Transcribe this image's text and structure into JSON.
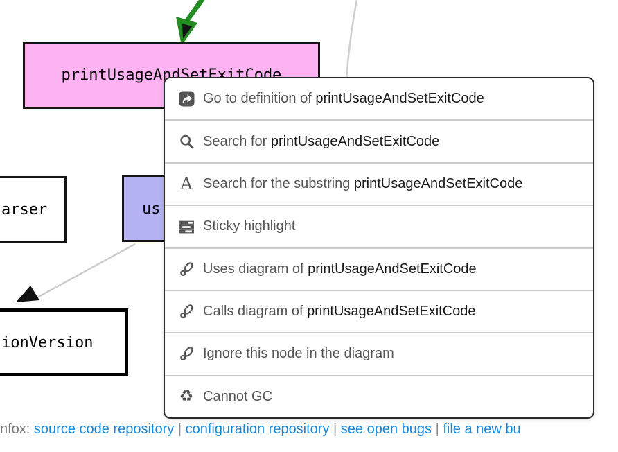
{
  "diagram": {
    "nodes": [
      {
        "label": "printUsageAndSetExitCode"
      },
      {
        "label": "arser"
      },
      {
        "label": "us"
      },
      {
        "label": "ionVersion"
      }
    ]
  },
  "context_menu": {
    "items": [
      {
        "icon": "go-to-definition",
        "prefix": "Go to definition of ",
        "symbol": "printUsageAndSetExitCode"
      },
      {
        "icon": "search",
        "prefix": "Search for ",
        "symbol": "printUsageAndSetExitCode"
      },
      {
        "icon": "substring",
        "prefix": "Search for the substring ",
        "symbol": "printUsageAndSetExitCode",
        "icon_glyph": "A"
      },
      {
        "icon": "sticky-highlight",
        "prefix": "Sticky highlight",
        "symbol": ""
      },
      {
        "icon": "diagram-link",
        "prefix": "Uses diagram of ",
        "symbol": "printUsageAndSetExitCode"
      },
      {
        "icon": "diagram-link",
        "prefix": "Calls diagram of ",
        "symbol": "printUsageAndSetExitCode"
      },
      {
        "icon": "diagram-link",
        "prefix": "Ignore this node in the diagram",
        "symbol": ""
      },
      {
        "icon": "recycle",
        "prefix": "Cannot GC",
        "symbol": "",
        "icon_glyph": "♻"
      }
    ]
  },
  "footer": {
    "prefix": "nfox:",
    "links": [
      "source code repository",
      "configuration repository",
      "see open bugs",
      "file a new bu"
    ],
    "separator": "|"
  },
  "colors": {
    "node_pink": "#fdb2f2",
    "node_purple": "#b4b2f3",
    "arrow_green": "#228b22",
    "link_blue": "#1787d8",
    "edge_gray": "#cccccc",
    "menu_border": "#2b2b2b",
    "menu_text": "#555555",
    "symbol_text": "#1a1a1a"
  }
}
